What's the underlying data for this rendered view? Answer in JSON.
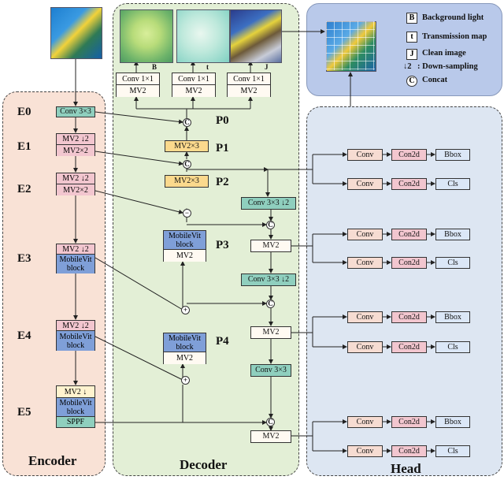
{
  "panels": {
    "encoder": "Encoder",
    "decoder": "Decoder",
    "head": "Head"
  },
  "encoder": {
    "stages": [
      "E0",
      "E1",
      "E2",
      "E3",
      "E4",
      "E5"
    ],
    "e0": "Conv 3×3",
    "e1": [
      "MV2 ↓2",
      "MV2×2"
    ],
    "e2": [
      "MV2 ↓2",
      "MV2×2"
    ],
    "e3": [
      "MV2 ↓2",
      "MobileVit block"
    ],
    "e4": [
      "MV2 ↓2",
      "MobileVit block"
    ],
    "e5": [
      "MV2 ↓",
      "MobileVit block",
      "SPPF"
    ]
  },
  "decoder": {
    "stages": [
      "P0",
      "P1",
      "P2",
      "P3",
      "P4"
    ],
    "top_heads": [
      {
        "conv": "Conv 1×1",
        "mv2": "MV2",
        "label": "B"
      },
      {
        "conv": "Conv 1×1",
        "mv2": "MV2",
        "label": "t"
      },
      {
        "conv": "Conv 1×1",
        "mv2": "MV2",
        "label": "J"
      }
    ],
    "p1": "MV2×3",
    "p2": "MV2×3",
    "p3": [
      "MobileVit block",
      "MV2"
    ],
    "p4": [
      "MobileVit block",
      "MV2"
    ],
    "right": {
      "conv_a": "Conv 3×3 ↓2",
      "mv2_a": "MV2",
      "conv_b": "Conv 3×3 ↓2",
      "mv2_b": "MV2",
      "conv_c": "Conv 3×3",
      "mv2_c": "MV2"
    },
    "concat_symbol": "C",
    "add_symbol": "+",
    "minus_symbol": "−"
  },
  "head": {
    "rows": [
      {
        "conv": "Conv",
        "con2d": "Con2d",
        "out": "Bbox"
      },
      {
        "conv": "Conv",
        "con2d": "Con2d",
        "out": "Cls"
      },
      {
        "conv": "Conv",
        "con2d": "Con2d",
        "out": "Bbox"
      },
      {
        "conv": "Conv",
        "con2d": "Con2d",
        "out": "Cls"
      },
      {
        "conv": "Conv",
        "con2d": "Con2d",
        "out": "Bbox"
      },
      {
        "conv": "Conv",
        "con2d": "Con2d",
        "out": "Cls"
      },
      {
        "conv": "Conv",
        "con2d": "Con2d",
        "out": "Bbox"
      },
      {
        "conv": "Conv",
        "con2d": "Con2d",
        "out": "Cls"
      }
    ]
  },
  "legend": [
    {
      "key": "B",
      "text": "Background light"
    },
    {
      "key": "t",
      "text": "Transmission map"
    },
    {
      "key": "J",
      "text": "Clean image"
    },
    {
      "key": "↓2",
      "text": ": Down-sampling"
    },
    {
      "key": "C",
      "text": "Concat"
    }
  ],
  "colors": {
    "encoder_bg": "#f9e2d6",
    "decoder_bg": "#e3efd6",
    "head_bg": "#dde6f2",
    "legend_bg": "#b9c9ea"
  }
}
